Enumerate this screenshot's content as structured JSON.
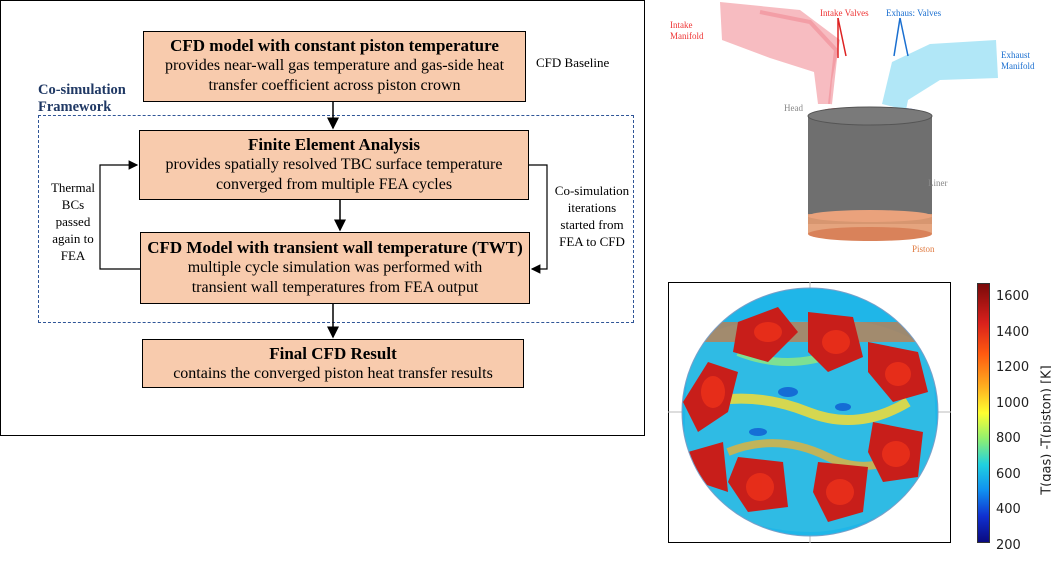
{
  "flowchart": {
    "box1": {
      "title": "CFD model with constant piston temperature",
      "line1": "provides near-wall gas temperature and gas-side heat",
      "line2": "transfer coefficient across piston crown"
    },
    "baseline_label": "CFD Baseline",
    "framework_label_1": "Co-simulation",
    "framework_label_2": "Framework",
    "box2": {
      "title": "Finite Element Analysis",
      "line1": "provides spatially resolved TBC surface temperature",
      "line2": "converged from multiple FEA cycles"
    },
    "box3": {
      "title": "CFD Model with transient wall temperature (TWT)",
      "line1": "multiple cycle simulation was performed with",
      "line2": "transient wall temperatures from FEA output"
    },
    "box4": {
      "title": "Final CFD Result",
      "line1": "contains the converged piston heat transfer results"
    },
    "left_note": [
      "Thermal",
      "BCs",
      "passed",
      "again to",
      "FEA"
    ],
    "right_note": [
      "Co-simulation",
      "iterations",
      "started from",
      "FEA to CFD"
    ]
  },
  "engine": {
    "intake_manifold": [
      "Intake",
      "Manifold"
    ],
    "intake_valves": "Intake Valves",
    "exhaust_valves": "Exhaus: Valves",
    "exhaust_manifold": [
      "Exhaust",
      "Manifold"
    ],
    "head": "Head",
    "liner": "Liner",
    "piston": "Piston",
    "colors": {
      "intake": "#f4a0a8",
      "exhaust": "#8fd8f0",
      "liner": "#6b6b6b",
      "piston": "#e08a5a"
    }
  },
  "contour": {
    "colorbar_label": "T(gas) -T(piston) [K]",
    "ticks": [
      "1600",
      "1400",
      "1200",
      "1000",
      "800",
      "600",
      "400",
      "200"
    ],
    "range": [
      200,
      1700
    ]
  }
}
